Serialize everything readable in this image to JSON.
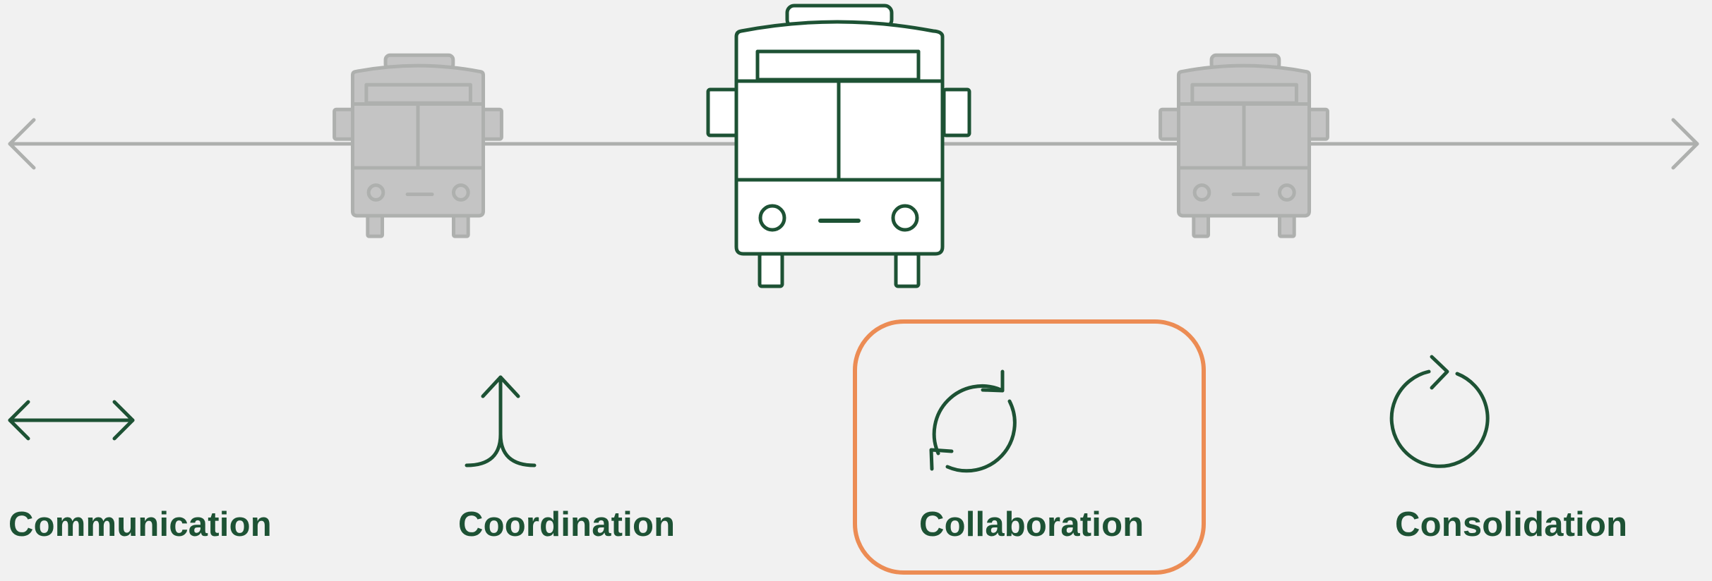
{
  "colors": {
    "background": "#f1f1f1",
    "primary_green": "#1d5234",
    "inactive_gray": "#aeb0ae",
    "inactive_fill": "#c4c4c4",
    "highlight_orange": "#ec8c54",
    "active_fill": "#ffffff"
  },
  "timeline": {
    "arrow_icon": "double-headed-arrow-line",
    "buses": [
      {
        "name": "bus-left",
        "state": "inactive",
        "icon": "bus-front-icon"
      },
      {
        "name": "bus-center",
        "state": "active",
        "icon": "bus-front-icon"
      },
      {
        "name": "bus-right",
        "state": "inactive",
        "icon": "bus-front-icon"
      }
    ]
  },
  "stages": [
    {
      "label": "Communication",
      "icon": "double-arrow-icon",
      "selected": false
    },
    {
      "label": "Coordination",
      "icon": "merge-arrow-icon",
      "selected": false
    },
    {
      "label": "Collaboration",
      "icon": "cycle-arrows-icon",
      "selected": true
    },
    {
      "label": "Consolidation",
      "icon": "refresh-circle-icon",
      "selected": false
    }
  ]
}
